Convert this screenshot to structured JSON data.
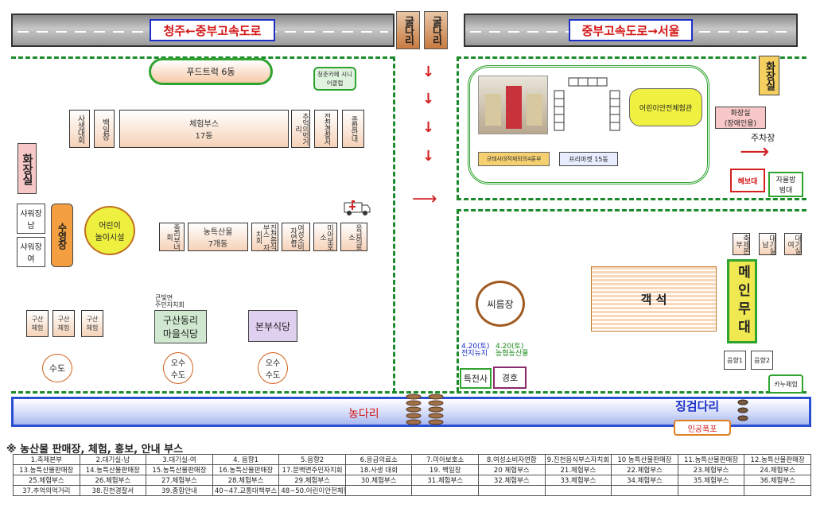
{
  "roads": {
    "west_sign": "청주←중부고속도로",
    "east_sign": "중부고속도로→서울",
    "bridge_left": "굴다리",
    "bridge_right": "굴다리"
  },
  "left_zone": {
    "food_truck": "푸드트럭 6동",
    "senior_club": "청춘카페 시니어클럽",
    "toilet": "화장실",
    "booth_labels": [
      "사생대회",
      "백일장",
      "체험부스\n17동",
      "추억의먹거리",
      "전천경찰서",
      "종합안내"
    ],
    "changing_m": "샤워장\n남",
    "changing_f": "샤워장\n여",
    "swimming_pool": "수영장",
    "kids_play": "어린이\n놀이시설",
    "booth_row2": [
      "줄리부녀회",
      "농특산물\n7개동",
      "진천음식부스\n자치회",
      "여성소비자연합",
      "미아보호소",
      "응급의료소"
    ],
    "gusan_booths": [
      "구산\n체험",
      "구산\n체험",
      "구산\n체험"
    ],
    "gusan_label": "큰빛면\n주민자치회",
    "village_restaurant": "구산동리\n마을식당",
    "main_restaurant": "본부식당",
    "tap": "수도",
    "sewer_tap_1": "오수\n수도",
    "sewer_tap_2": "오수\n수도"
  },
  "right_zone": {
    "toilet": "화장실",
    "kids_safety": "어린이안전체험관",
    "booth_a": "규태사대작재외의4륜부",
    "flea_market": "프리마켓 15동",
    "accessible_toilet": "화장실\n(장애인용)",
    "parking": "주차장",
    "headquarters": "혜보대",
    "volunteer": "자율방\n범대",
    "small_booths": [
      "축제본부",
      "대기실남",
      "대기실여"
    ],
    "main_stage": "메인무대",
    "audience": "객 석",
    "wrestling": "씨름장",
    "wrestling_note_1": "4.20(토)\n전지뉴지",
    "wrestling_note_2": "4.20(토)\n농협농산물",
    "sound_1": "음향1",
    "sound_2": "음향2",
    "special_sale": "특전사",
    "security": "경호",
    "canoe": "카누체험"
  },
  "bottom": {
    "bridge_path": "농다리",
    "stone_bridge": "징검다리",
    "waterfall": "인공폭포"
  },
  "legend": {
    "title": "※ 농산물 판매장, 체험, 홍보, 안내 부스",
    "rows": [
      [
        "1.축제본부",
        "2.대기실-남",
        "3.대기실-여",
        "4. 음향1",
        "5.음향2",
        "6.응급의료소",
        "7.미아보호소",
        "8.여성소비자연합",
        "9.진천음식부스자치회",
        "10 농특산물판매장",
        "11.농특산물판매장",
        "12.농특산물판매장"
      ],
      [
        "13.농특산물판매장",
        "14.농특산물판매장",
        "15.농특산물판매장",
        "16.농특산물판매장",
        "17.문백면주민자치회",
        "18.사생 대회",
        "19. 백일장",
        "20 체험부스",
        "21.체험부스",
        "22.체험부스",
        "23.체험부스",
        "24.체험부스"
      ],
      [
        "25.체험부스",
        "26.체험부스",
        "27.체험부스",
        "28.체험부스",
        "29.체험부스",
        "30.체험부스",
        "31.체험부스",
        "32.체험부스",
        "33.체험부스",
        "34.체험부스",
        "35.체험부스",
        "36.체험부스"
      ],
      [
        "37.추억의먹거리",
        "38.진천경찰서",
        "39.종합안내",
        "40~47.교통대책부스",
        "48~50.어린이안전체험",
        "",
        "",
        "",
        "",
        "",
        "",
        ""
      ]
    ]
  },
  "colors": {
    "zone_border": "#1c8a2a",
    "water": "#2a4fd0",
    "arrow": "#d42020",
    "booth_fill": "#f6d2b8"
  }
}
